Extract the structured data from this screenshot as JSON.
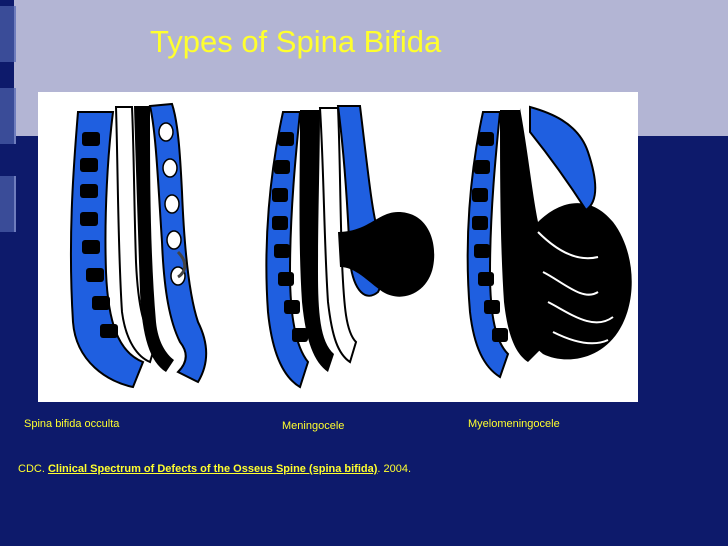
{
  "slide": {
    "title": "Types of Spina Bifida",
    "accent_color": "#ffff2e",
    "background_color": "#0d1a6b",
    "band_color": "#b3b5d4"
  },
  "figure": {
    "captions": [
      "Spina bifida occulta",
      "Meningocele",
      "Myelomeningocele"
    ]
  },
  "citation": {
    "prefix": "CDC. ",
    "link_text": "Clinical Spectrum of Defects of the Osseus Spine (spina bifida)",
    "suffix": ". 2004."
  }
}
